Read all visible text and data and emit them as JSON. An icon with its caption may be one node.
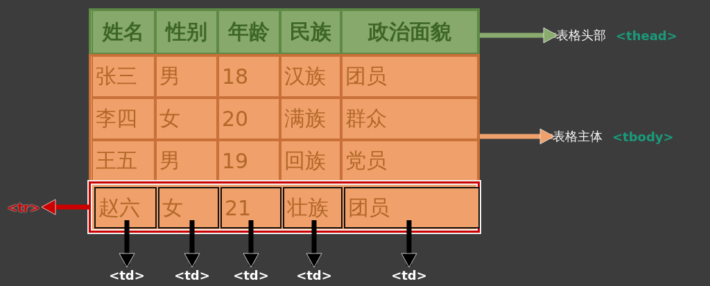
{
  "diagram": {
    "nodes": [
      {
        "text": [],
        "shape": "box"
      },
      {
        "text": [
          "姓名"
        ],
        "in": 0
      },
      {
        "text": [
          "性别"
        ],
        "in": 0
      },
      {
        "text": [
          "年龄"
        ],
        "in": 0
      },
      {
        "text": [
          "民族"
        ],
        "in": 0
      },
      {
        "text": [
          "政治面貌"
        ],
        "in": 0
      },
      {
        "text": [],
        "shape": "box"
      },
      {
        "text": [
          "张三"
        ],
        "in": 6
      },
      {
        "text": [
          "男"
        ],
        "in": 6
      },
      {
        "text": [
          "18"
        ],
        "in": 6
      },
      {
        "text": [
          "汉族"
        ],
        "in": 6
      },
      {
        "text": [
          "团员"
        ],
        "in": 6
      },
      {
        "text": [
          "李四"
        ],
        "in": 6
      },
      {
        "text": [
          "女"
        ],
        "in": 6
      },
      {
        "text": [
          "20"
        ],
        "in": 6
      },
      {
        "text": [
          "满族"
        ],
        "in": 6
      },
      {
        "text": [
          "群众"
        ],
        "in": 6
      },
      {
        "text": [
          "王五"
        ],
        "in": 6
      },
      {
        "text": [
          "男"
        ],
        "in": 6
      },
      {
        "text": [
          "19"
        ],
        "in": 6
      },
      {
        "text": [
          "回族"
        ],
        "in": 6
      },
      {
        "text": [
          "党员"
        ],
        "in": 6
      },
      {
        "text": [],
        "shape": "box",
        "in": 6
      },
      {
        "text": [
          "赵六"
        ],
        "in": 22
      },
      {
        "text": [
          "女"
        ],
        "in": 22
      },
      {
        "text": [
          "21"
        ],
        "in": 22
      },
      {
        "text": [
          "壮族"
        ],
        "in": 22
      },
      {
        "text": [
          "团员"
        ],
        "in": 22
      },
      {
        "text": [
          "表格头部",
          "<thead>"
        ]
      },
      {
        "text": [
          "表格主体",
          "<tbody>"
        ]
      },
      {
        "text": [
          "<tr>"
        ]
      },
      {
        "text": [
          "<td>"
        ]
      },
      {
        "text": [
          "<td>"
        ]
      },
      {
        "text": [
          "<td>"
        ]
      },
      {
        "text": [
          "<td>"
        ]
      },
      {
        "text": [
          "<td>"
        ]
      }
    ],
    "edges": [
      {
        "from": 0,
        "to": 28,
        "arrow": "to",
        "color": "#8aab6e"
      },
      {
        "from": 6,
        "to": 29,
        "arrow": "to",
        "color": "#f0a06a"
      },
      {
        "from": 22,
        "to": 30,
        "arrow": "to",
        "color": "#cc0000"
      },
      {
        "from": 23,
        "to": 31,
        "arrow": "to"
      },
      {
        "from": 24,
        "to": 32,
        "arrow": "to"
      },
      {
        "from": 25,
        "to": 33,
        "arrow": "to"
      },
      {
        "from": 26,
        "to": 34,
        "arrow": "to"
      },
      {
        "from": 27,
        "to": 35,
        "arrow": "to"
      }
    ]
  }
}
